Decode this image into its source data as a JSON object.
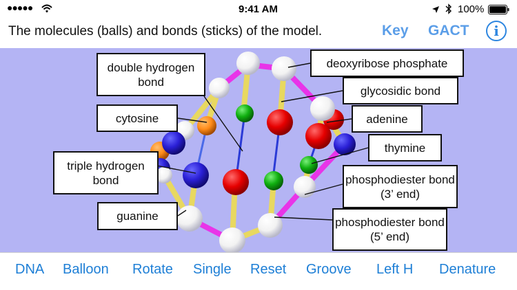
{
  "status_bar": {
    "signal": "●●●●●",
    "time": "9:41 AM",
    "battery_percent": "100%"
  },
  "header": {
    "title": "The molecules (balls) and bonds (sticks) of the model.",
    "key_label": "Key",
    "gact_label": "GACT",
    "info_label": "i"
  },
  "callouts": {
    "double_hydrogen_bond": "double hydrogen bond",
    "deoxyribose_phosphate": "deoxyribose phosphate",
    "glycosidic_bond": "glycosidic bond",
    "cytosine": "cytosine",
    "adenine": "adenine",
    "thymine": "thymine",
    "triple_hydrogen_bond": "triple hydrogen bond",
    "phosphodiester_3": "phosphodiester bond (3’ end)",
    "guanine": "guanine",
    "phosphodiester_5": "phosphodiester bond (5’ end)"
  },
  "toolbar": [
    {
      "label": "DNA"
    },
    {
      "label": "Balloon"
    },
    {
      "label": "Rotate"
    },
    {
      "label": "Single"
    },
    {
      "label": "Reset"
    },
    {
      "label": "Groove"
    },
    {
      "label": "Left H"
    },
    {
      "label": "Denature"
    }
  ],
  "colors": {
    "scene_background": "#b4b4f4",
    "accent": "#1e7fd6",
    "cytosine": "#ff8c1a",
    "guanine": "#2a1fd6",
    "adenine": "#e60000",
    "thymine": "#10b010",
    "phosphate": "#ffffff",
    "sugar_bond": "#e834e8",
    "backbone_bond": "#e8d860"
  }
}
